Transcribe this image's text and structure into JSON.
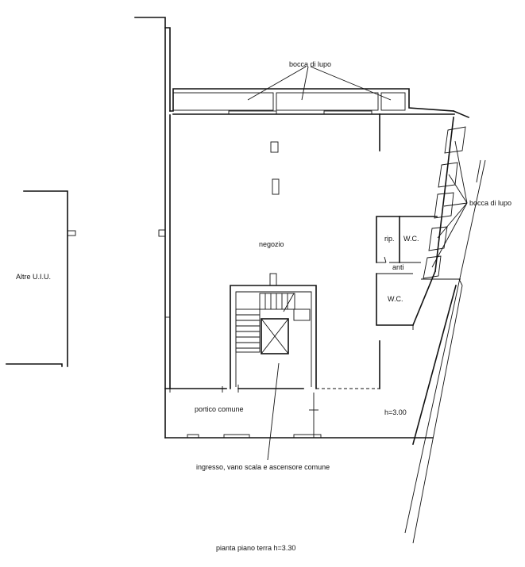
{
  "labels": {
    "bocca_top": "bocca di lupo",
    "bocca_right": "bocca di lupo",
    "negozio": "negozio",
    "rip": "rip.",
    "wc1": "W.C.",
    "anti": "anti",
    "wc2": "W.C.",
    "altre": "Altre U.I.U.",
    "portico": "portico comune",
    "height_portico": "h=3.00",
    "ingresso": "ingresso, vano scala e ascensore comune",
    "caption": "pianta piano terra h=3.30"
  }
}
